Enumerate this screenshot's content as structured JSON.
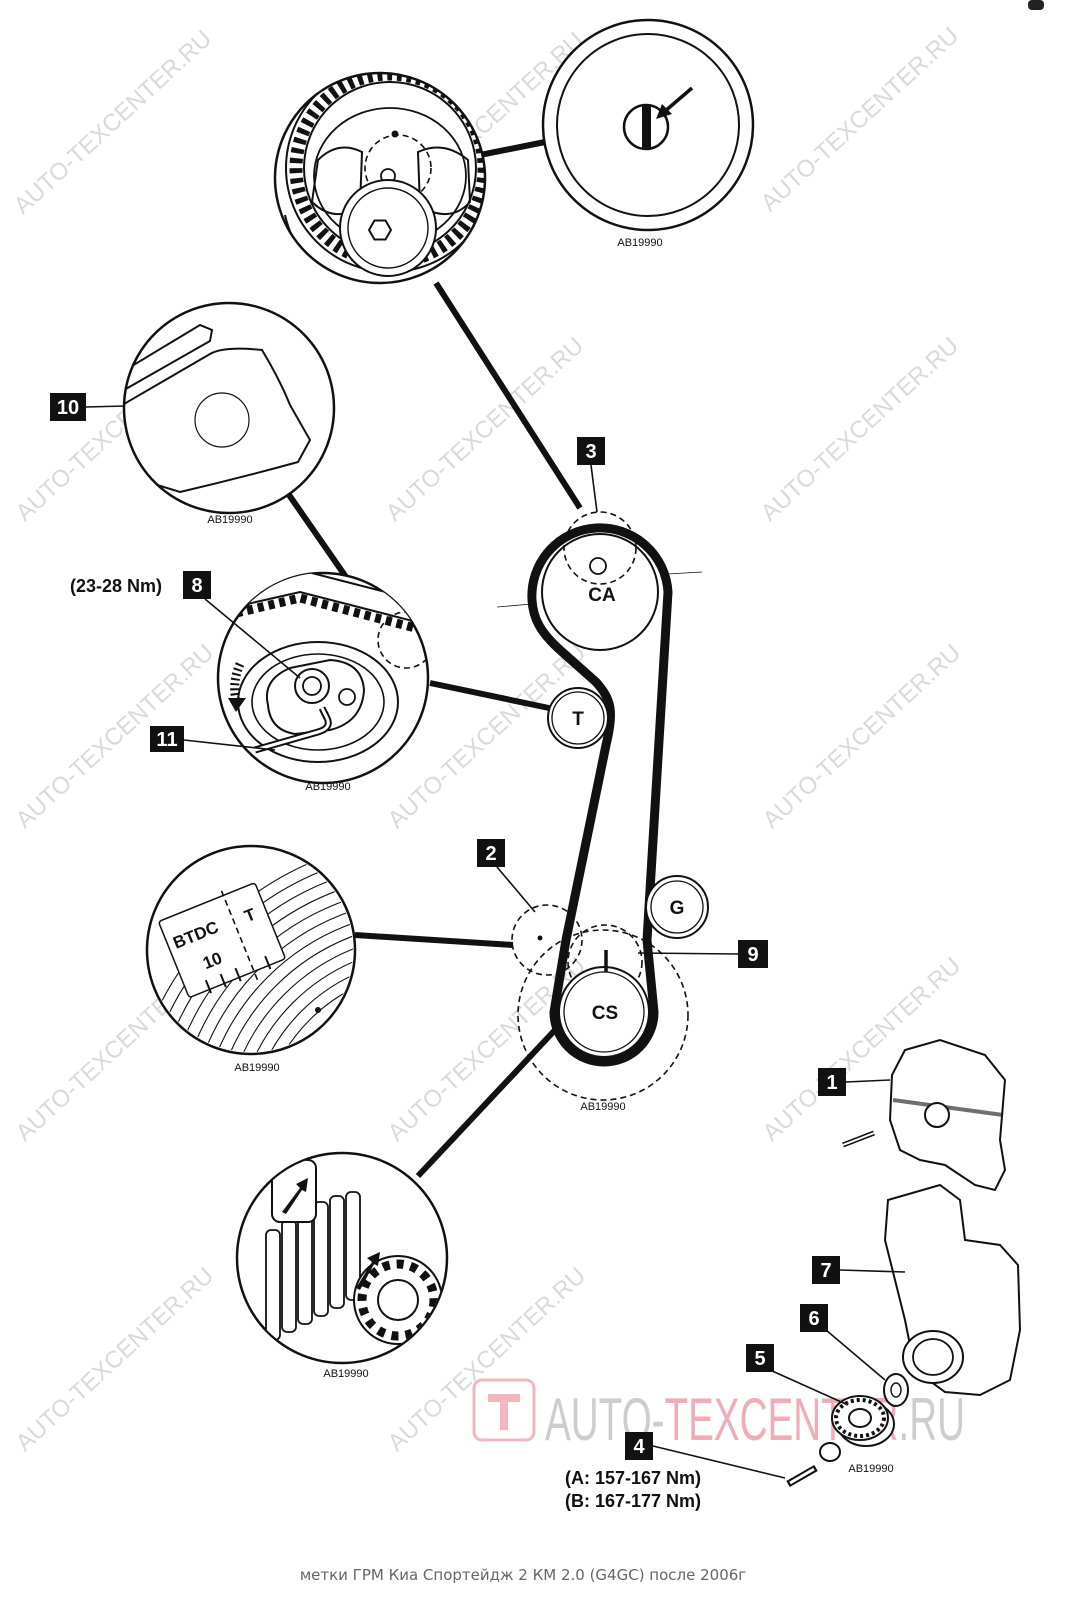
{
  "labels": {
    "n1": "1",
    "n2": "2",
    "n3": "3",
    "n4": "4",
    "n5": "5",
    "n6": "6",
    "n7": "7",
    "n8": "8",
    "n9": "9",
    "n10": "10",
    "n11": "11"
  },
  "pulleys": {
    "ca": "CA",
    "t": "T",
    "g": "G",
    "cs": "CS"
  },
  "torque": {
    "tensioner": "(23-28 Nm)",
    "crank_a": "(A: 157-167 Nm)",
    "crank_b": "(B: 167-177 Nm)"
  },
  "figure_code": "AB19990",
  "timing_scale": {
    "btdc": "BTDC",
    "ten": "10",
    "t": "T"
  },
  "watermark": "AUTO-TEXCENTER.RU",
  "logo": {
    "part1": "AUTO-",
    "part2": "TEXCENTER",
    "part3": ".RU"
  },
  "caption": "метки ГРМ Киа Спортейдж 2 КМ 2.0 (G4GC) после 2006г",
  "colors": {
    "logo_gray": "#9c9c9c",
    "logo_red": "#e0606e",
    "ink": "#111111"
  }
}
